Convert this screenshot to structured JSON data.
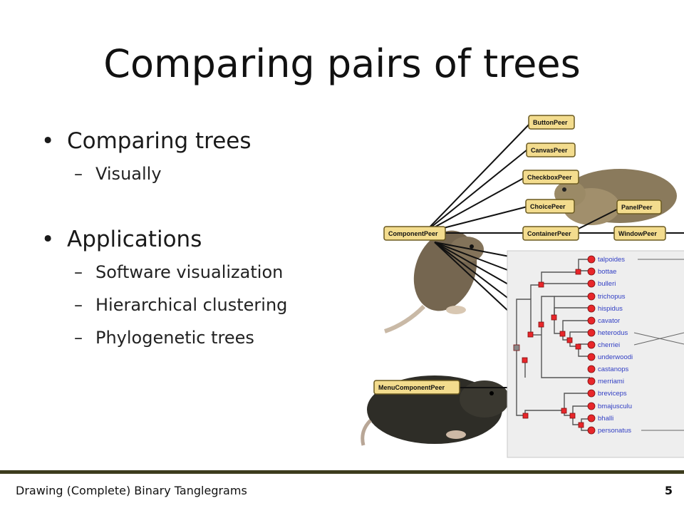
{
  "slide": {
    "title": "Comparing pairs of trees",
    "bullets": [
      {
        "text": "Comparing trees",
        "subs": [
          "Visually"
        ]
      },
      {
        "text": "Applications",
        "subs": [
          "Software visualization",
          "Hierarchical clustering",
          "Phylogenetic trees"
        ]
      }
    ],
    "bullet_glyph": "•",
    "sub_glyph": "–"
  },
  "figure": {
    "class_nodes": {
      "root": "ComponentPeer",
      "children": [
        "ButtonPeer",
        "CanvasPeer",
        "CheckboxPeer",
        "ChoicePeer",
        "ContainerPeer"
      ],
      "container_children": [
        "PanelPeer",
        "WindowPeer"
      ],
      "menu": "MenuComponentPeer"
    },
    "species": [
      "talpoides",
      "bottae",
      "bulleri",
      "trichopus",
      "hispidus",
      "cavator",
      "heterodus",
      "cherriei",
      "underwoodi",
      "castanops",
      "merriami",
      "breviceps",
      "bmajusculu",
      "bhalli",
      "personatus"
    ],
    "colors": {
      "node_fill": "#f3dc8e",
      "node_border": "#6b5a20",
      "leaf_dot": "#e8262a",
      "species_text": "#3340c4",
      "panel_bg": "#eeeeee"
    }
  },
  "footer": {
    "text": "Drawing (Complete) Binary Tanglegrams",
    "page": "5"
  }
}
